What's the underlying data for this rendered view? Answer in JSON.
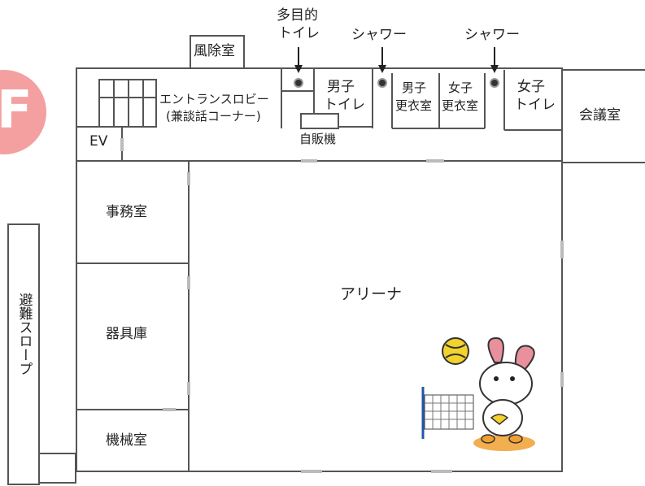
{
  "floor_badge": {
    "letter": "F",
    "color": "#f4a0a0"
  },
  "rooms": {
    "wind_room": "風除室",
    "entrance_lobby_line1": "エントランスロビー",
    "entrance_lobby_line2": "(兼談話コーナー)",
    "ev": "EV",
    "multi_toilet_line1": "多目的",
    "multi_toilet_line2": "トイレ",
    "shower_left": "シャワー",
    "shower_right": "シャワー",
    "male_toilet_line1": "男子",
    "male_toilet_line2": "トイレ",
    "male_locker_line1": "男子",
    "male_locker_line2": "更衣室",
    "female_locker_line1": "女子",
    "female_locker_line2": "更衣室",
    "female_toilet_line1": "女子",
    "female_toilet_line2": "トイレ",
    "meeting_room": "会議室",
    "vending": "自販機",
    "office": "事務室",
    "equipment_storage": "器具庫",
    "machine_room": "機械室",
    "arena": "アリーナ",
    "evacuation_slope": "避難スロープ"
  },
  "colors": {
    "wall": "#555555",
    "door": "#bbbbbb",
    "heart": "#e8909c",
    "ball": "#f2d22c"
  },
  "icons": [
    "arrow-down-icon",
    "marker-dot-icon",
    "mascot-illustration",
    "volleyball-icon",
    "volleyball-net-icon"
  ]
}
